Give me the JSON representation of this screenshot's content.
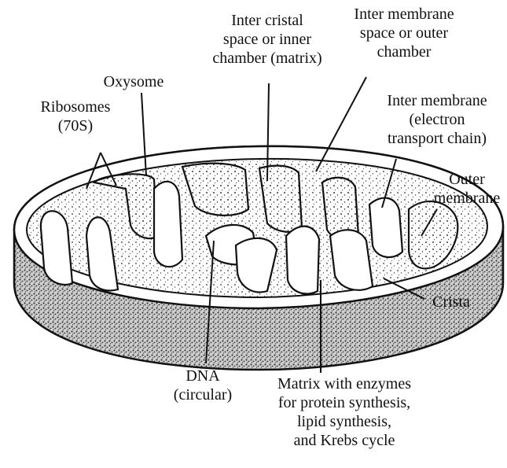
{
  "labels": {
    "inter_cristal": [
      "Inter cristal",
      "space or inner",
      "chamber (matrix)"
    ],
    "inter_membrane_space": [
      "Inter membrane",
      "space or outer",
      "chamber"
    ],
    "oxysome": [
      "Oxysome"
    ],
    "ribosomes": [
      "Ribosomes",
      "(70S)"
    ],
    "inter_membrane_etc": [
      "Inter membrane",
      "(electron",
      "transport chain)"
    ],
    "outer_membrane": [
      "Outer",
      "membrane"
    ],
    "crista": [
      "Crista"
    ],
    "dna": [
      "DNA",
      "(circular)"
    ],
    "matrix": [
      "Matrix with enzymes",
      "for protein synthesis,",
      "lipid synthesis,",
      "and Krebs cycle"
    ]
  }
}
